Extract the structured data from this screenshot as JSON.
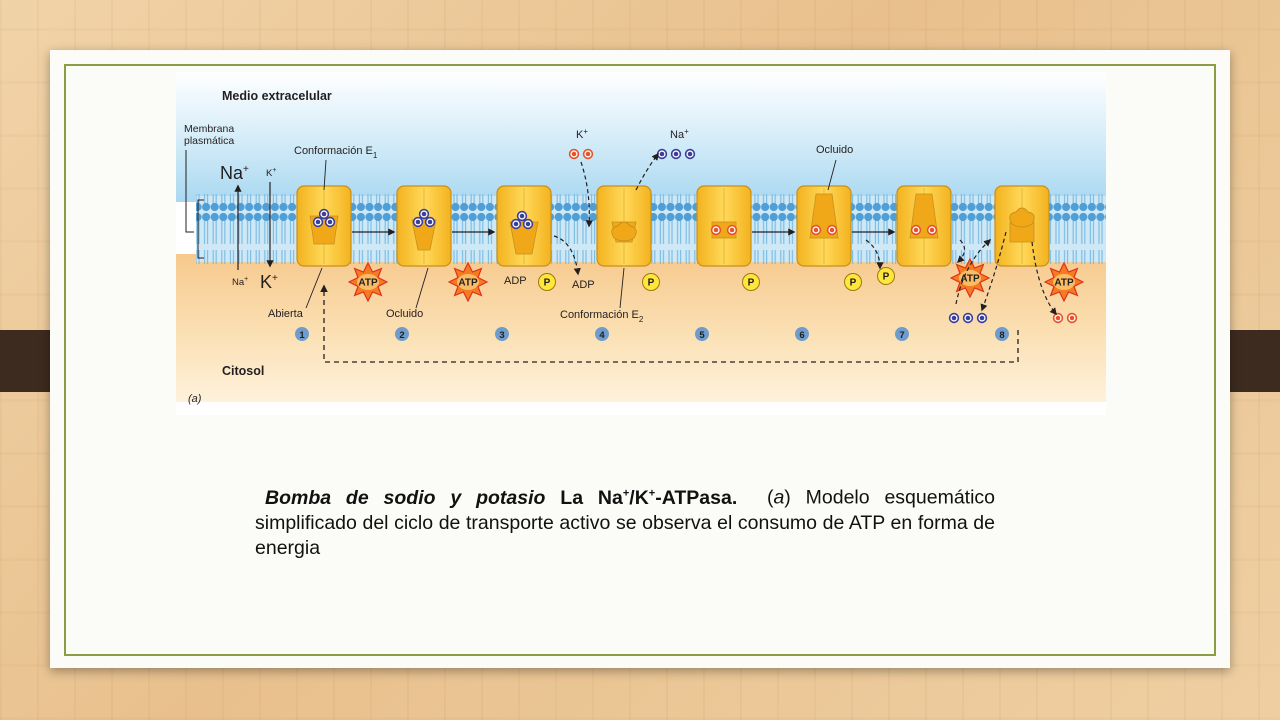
{
  "figure": {
    "extracellular": "Medio extracelular",
    "membrane_line1": "Membrana",
    "membrane_line2": "plasmática",
    "na_large": "Na",
    "k_small": "K",
    "na_small": "Na",
    "k_large": "K",
    "plus": "+",
    "conf_e1": "Conformación E",
    "conf_e1_sub": "1",
    "conf_e2": "Conformación E",
    "conf_e2_sub": "2",
    "k_top": "K",
    "na_top": "Na",
    "ocluido_top": "Ocluido",
    "abierta": "Abierta",
    "ocluido_bottom": "Ocluido",
    "adp_3": "ADP",
    "adp_4": "ADP",
    "atp": "ATP",
    "p": "P",
    "citosol": "Citosol",
    "panel": "(a)",
    "steps": [
      "1",
      "2",
      "3",
      "4",
      "5",
      "6",
      "7",
      "8"
    ]
  },
  "caption": {
    "title": "Bomba de sodio y potasio",
    "la": "La",
    "na": "Na",
    "k": "K",
    "sup": "+",
    "slash": "/",
    "atpasa": "-ATPasa.",
    "open_paren": "(",
    "a": "a",
    "close_paren": ")",
    "body": "Modelo esquemático simplificado del ciclo de transporte activo se observa el consumo de ATP en forma de energia"
  },
  "colors": {
    "frame": "#8a9c44",
    "pump": "#f6c537",
    "pump_edge": "#c8901a",
    "membrane": "#4f9fd6",
    "atp_burst": "#f05a24",
    "phosphate": "#ffe63a",
    "sodium": "#3b3f9a",
    "potassium": "#e5532a",
    "step_badge": "#6e9ccc"
  },
  "icons": {
    "clip": "binder-clip-icon",
    "atp": "atp-burst-icon",
    "phosphate": "phosphate-circle-icon",
    "ion": "ion-dot-icon"
  }
}
